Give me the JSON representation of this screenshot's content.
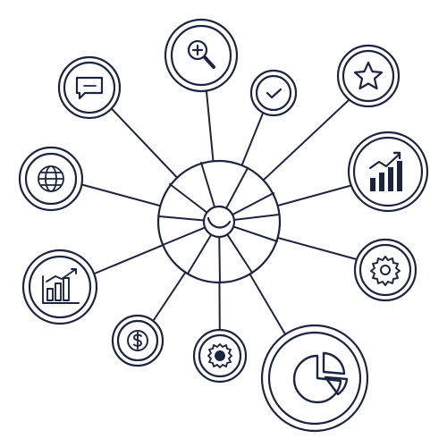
{
  "colors": {
    "stroke": "#1c2540",
    "background": "#ffffff"
  },
  "stock_id": "1944445221",
  "hub": {
    "name": "network-hub",
    "center_icon": "globe-arc-icon"
  },
  "nodes": [
    {
      "name": "search-node",
      "icon": "magnifier-plus-icon"
    },
    {
      "name": "check-node",
      "icon": "checkmark-icon"
    },
    {
      "name": "star-node",
      "icon": "star-icon"
    },
    {
      "name": "message-node",
      "icon": "speech-bubble-icon"
    },
    {
      "name": "globe-node",
      "icon": "globe-icon"
    },
    {
      "name": "growth-chart-node",
      "icon": "rising-bar-chart-icon"
    },
    {
      "name": "settings-node",
      "icon": "gear-icon"
    },
    {
      "name": "trend-chart-node",
      "icon": "bar-chart-trend-icon"
    },
    {
      "name": "dollar-node",
      "icon": "dollar-coin-icon"
    },
    {
      "name": "gear-dollar-node",
      "icon": "gear-dollar-icon"
    },
    {
      "name": "pie-chart-node",
      "icon": "pie-chart-icon"
    }
  ]
}
